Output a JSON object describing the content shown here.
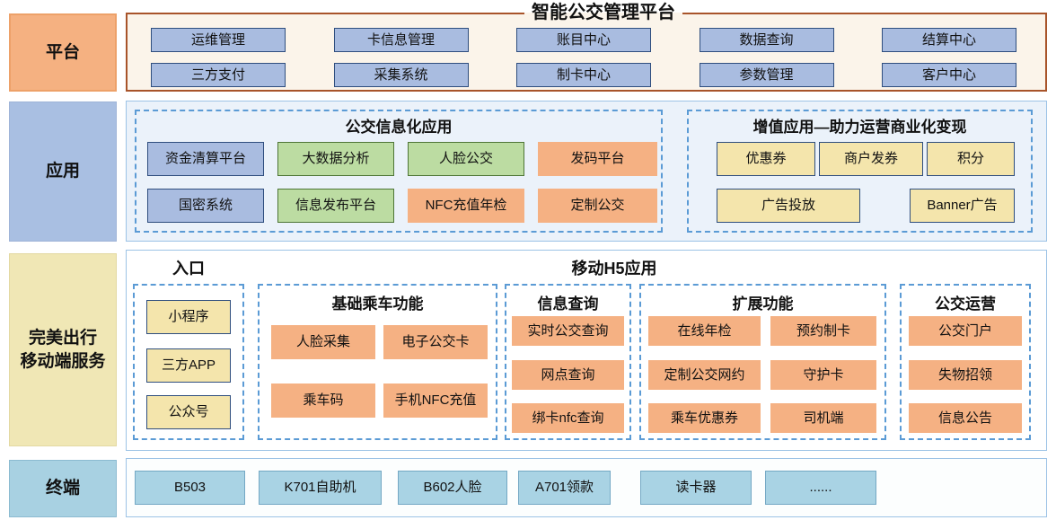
{
  "colors": {
    "platform_label_bg": "#F5B181",
    "platform_box_border": "#A8542A",
    "platform_box_bg": "#FBF4EA",
    "blue_chip": "#A9BCE0",
    "blue_chip_border": "#2F4E7E",
    "green_chip": "#BCDCA2",
    "orange_chip": "#F5B183",
    "yellow_chip": "#F4E5AC",
    "terminal_chip": "#A9D3E4",
    "app_label_bg": "#A9BFE2",
    "mobile_label_bg": "#F0E7B5",
    "terminal_label_bg": "#A8D1E2",
    "dashed_border": "#5B9BD5",
    "light_container_border": "#9DC3E6",
    "app_container_bg": "#EBF2FA"
  },
  "platform": {
    "label": "平台",
    "title": "智能公交管理平台",
    "buttons": [
      "运维管理",
      "卡信息管理",
      "账目中心",
      "数据查询",
      "结算中心",
      "三方支付",
      "采集系统",
      "制卡中心",
      "参数管理",
      "客户中心"
    ]
  },
  "application": {
    "label": "应用",
    "info_group": {
      "title": "公交信息化应用",
      "row1": [
        "资金清算平台",
        "大数据分析",
        "人脸公交",
        "发码平台"
      ],
      "row2": [
        "国密系统",
        "信息发布平台",
        "NFC充值年检",
        "定制公交"
      ]
    },
    "value_group": {
      "title": "增值应用—助力运营商业化变现",
      "row1": [
        "优惠券",
        "商户发券",
        "积分"
      ],
      "row2": [
        "广告投放",
        "Banner广告"
      ]
    }
  },
  "mobile": {
    "label_line1": "完美出行",
    "label_line2": "移动端服务",
    "entry": {
      "title": "入口",
      "buttons": [
        "小程序",
        "三方APP",
        "公众号"
      ]
    },
    "h5_title": "移动H5应用",
    "sections": [
      {
        "title": "基础乘车功能",
        "buttons": [
          "人脸采集",
          "电子公交卡",
          "乘车码",
          "手机NFC充值"
        ]
      },
      {
        "title": "信息查询",
        "buttons": [
          "实时公交查询",
          "网点查询",
          "绑卡nfc查询"
        ]
      },
      {
        "title": "扩展功能",
        "buttons": [
          "在线年检",
          "预约制卡",
          "定制公交网约",
          "守护卡",
          "乘车优惠券",
          "司机端"
        ]
      },
      {
        "title": "公交运营",
        "buttons": [
          "公交门户",
          "失物招领",
          "信息公告"
        ]
      }
    ]
  },
  "terminal": {
    "label": "终端",
    "buttons": [
      "B503",
      "K701自助机",
      "B602人脸",
      "A701领款",
      "读卡器",
      "......"
    ]
  }
}
